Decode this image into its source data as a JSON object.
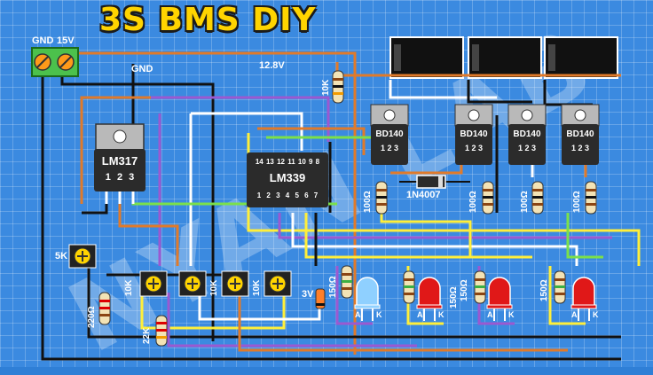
{
  "title": "3S BMS DIY",
  "terminal_labels": {
    "gnd": "GND",
    "v15": "15V"
  },
  "rail_labels": {
    "gnd": "GND",
    "v128": "12.8V"
  },
  "regulator": {
    "name": "LM317",
    "pins": "1 2 3"
  },
  "comparator": {
    "name": "LM339",
    "top_pins": "14 13 12 11 10 9 8",
    "bottom_pins": "1 2 3 4 5 6 7"
  },
  "transistors": [
    {
      "name": "BD140",
      "pins": "1 2 3"
    },
    {
      "name": "BD140",
      "pins": "1 2 3"
    },
    {
      "name": "BD140",
      "pins": "1 2 3"
    },
    {
      "name": "BD140",
      "pins": "1 2 3"
    }
  ],
  "diode": {
    "name": "1N4007"
  },
  "resistor_labels": {
    "top": "10K",
    "r100_1": "100Ω",
    "r100_2": "100Ω",
    "r100_3": "100Ω",
    "r100_4": "100Ω",
    "r220": "220Ω",
    "r22k": "22K",
    "r150_1": "150Ω",
    "r150_2": "150Ω",
    "r150_3": "150Ω",
    "r150_4": "150Ω"
  },
  "pot_labels": {
    "p5k": "5K",
    "p10k_1": "10K",
    "p10k_2": "10K",
    "p10k_3": "10K"
  },
  "zener_label": "3V",
  "led_pins": {
    "a": "A",
    "k": "K"
  },
  "watermark": "NYAN LAB",
  "colors": {
    "title": "#ffd400",
    "background": "#3b8ae0",
    "led_blue": "#8fd0ff",
    "led_red": "#e01818"
  }
}
